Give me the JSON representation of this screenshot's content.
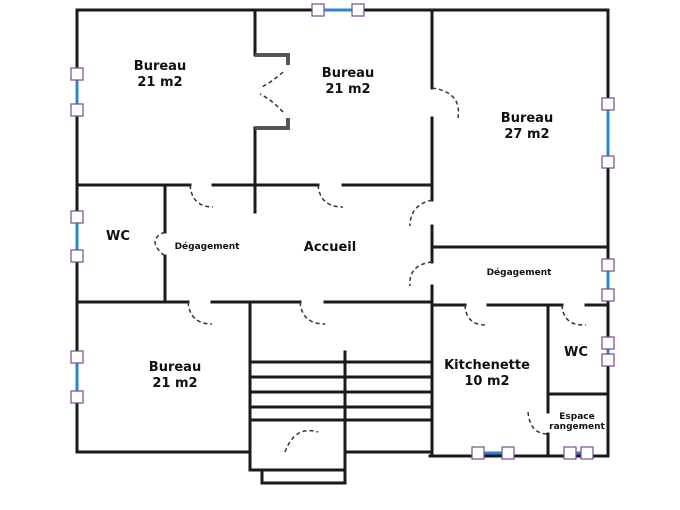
{
  "plan": {
    "rooms": [
      {
        "id": "bureau-1",
        "name": "Bureau",
        "area": "21 m2"
      },
      {
        "id": "bureau-2",
        "name": "Bureau",
        "area": "21 m2"
      },
      {
        "id": "bureau-3",
        "name": "Bureau",
        "area": "27 m2"
      },
      {
        "id": "wc-1",
        "name": "WC"
      },
      {
        "id": "degagement-1",
        "name": "Dégagement"
      },
      {
        "id": "accueil",
        "name": "Accueil"
      },
      {
        "id": "degagement-2",
        "name": "Dégagement"
      },
      {
        "id": "bureau-4",
        "name": "Bureau",
        "area": "21 m2"
      },
      {
        "id": "kitchenette",
        "name": "Kitchenette",
        "area": "10 m2"
      },
      {
        "id": "wc-2",
        "name": "WC"
      },
      {
        "id": "espace-rangement",
        "name": "Espace",
        "name2": "rangement"
      }
    ],
    "colors": {
      "wall": "#1a1a1a",
      "window": "#2a86d0",
      "window_frame": "#7a4a8a"
    }
  }
}
